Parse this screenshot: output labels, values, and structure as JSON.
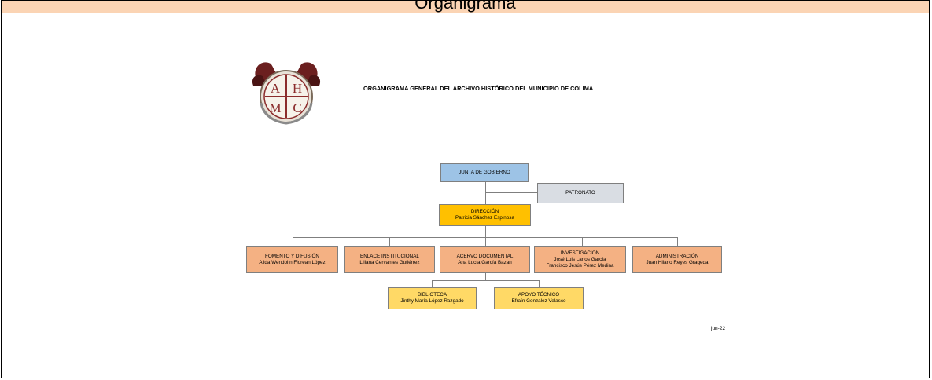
{
  "header": {
    "title": "Organigrama"
  },
  "document": {
    "title": "ORGANIGRAMA GENERAL DEL ARCHIVO HISTÓRICO DEL MUNICIPIO DE COLIMA",
    "date": "jun-22"
  },
  "logo": {
    "letters": [
      "A",
      "H",
      "M",
      "C"
    ]
  },
  "org": {
    "junta": {
      "title": "JUNTA DE GOBIERNO"
    },
    "patronato": {
      "title": "PATRONATO"
    },
    "direccion": {
      "title": "DIRECCIÓN",
      "name": "Patricia Sánchez Espinosa"
    },
    "departments": [
      {
        "title": "FOMENTO Y DIFUSIÓN",
        "name": "Alida Wendolín Florean López"
      },
      {
        "title": "ENLACE INSTITUCIONAL",
        "name": "Liliana Cervantes Gutiérrez"
      },
      {
        "title": "ACERVO DOCUMENTAL",
        "name": "Ana Lucía García Bazan"
      },
      {
        "title": "INVESTIGACIÓN",
        "name": "José Luis Larios García",
        "name2": "Francisco Jesús Pérez Medina"
      },
      {
        "title": "ADMINISTRACIÓN",
        "name": "Juan Hilario Reyes Grageda"
      }
    ],
    "sub_units": [
      {
        "title": "BIBLIOTECA",
        "name": "Jinthy María López Razgado"
      },
      {
        "title": "APOYO TÉCNICO",
        "name": "Efraín Gonzalez Velasco"
      }
    ]
  },
  "colors": {
    "header_bar": "#fbd4b4",
    "junta": "#9dc3e6",
    "patronato": "#d9dde3",
    "direccion": "#ffc000",
    "departments": "#f4b183",
    "sub_units": "#ffd966"
  }
}
